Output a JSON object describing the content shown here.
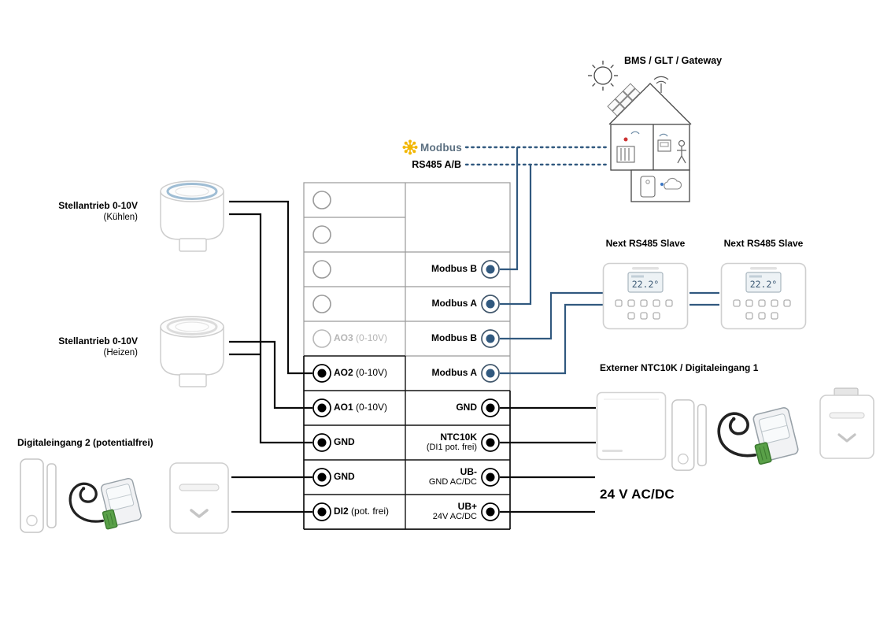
{
  "diagram": {
    "bms_label": "BMS / GLT / Gateway",
    "modbus_logo_text": "Modbus",
    "rs485_label": "RS485 A/B",
    "next_slave_label_1": "Next RS485 Slave",
    "next_slave_label_2": "Next RS485 Slave",
    "extern_sensor_label": "Externer NTC10K / Digitaleingang 1",
    "power_label": "24 V AC/DC",
    "digital_input2_label": "Digitaleingang 2 (potentialfrei)",
    "actuator_cool": {
      "line1": "Stellantrieb 0-10V",
      "line2": "(Kühlen)"
    },
    "actuator_heat": {
      "line1": "Stellantrieb 0-10V",
      "line2": "(Heizen)"
    },
    "thermostat_display": "22.2°"
  },
  "terminals": {
    "left": [
      {
        "main": "",
        "sub": "",
        "state": "empty"
      },
      {
        "main": "",
        "sub": "",
        "state": "empty"
      },
      {
        "main": "",
        "sub": "",
        "state": "empty"
      },
      {
        "main": "",
        "sub": "",
        "state": "empty"
      },
      {
        "main": "AO3",
        "sub": "(0-10V)",
        "state": "disabled"
      },
      {
        "main": "AO2",
        "sub": "(0-10V)",
        "state": "active"
      },
      {
        "main": "AO1",
        "sub": "(0-10V)",
        "state": "active"
      },
      {
        "main": "GND",
        "sub": "",
        "state": "active"
      },
      {
        "main": "GND",
        "sub": "",
        "state": "active"
      },
      {
        "main": "DI2",
        "sub": "(pot. frei)",
        "state": "active"
      }
    ],
    "right": [
      {
        "main": "Modbus B",
        "sub": "",
        "type": "modbus"
      },
      {
        "main": "Modbus A",
        "sub": "",
        "type": "modbus"
      },
      {
        "main": "Modbus B",
        "sub": "",
        "type": "modbus"
      },
      {
        "main": "Modbus A",
        "sub": "",
        "type": "modbus"
      },
      {
        "main": "GND",
        "sub": "",
        "type": "power"
      },
      {
        "main": "NTC10K",
        "sub": "(DI1 pot. frei)",
        "type": "power"
      },
      {
        "main": "UB-",
        "sub": "GND AC/DC",
        "type": "power"
      },
      {
        "main": "UB+",
        "sub": "24V AC/DC",
        "type": "power"
      }
    ]
  },
  "colors": {
    "modbus_blue": "#31597f",
    "wire_black": "#0a0a0a",
    "modbus_yellow": "#f2b705",
    "disabled_gray": "#b5b5b5"
  }
}
